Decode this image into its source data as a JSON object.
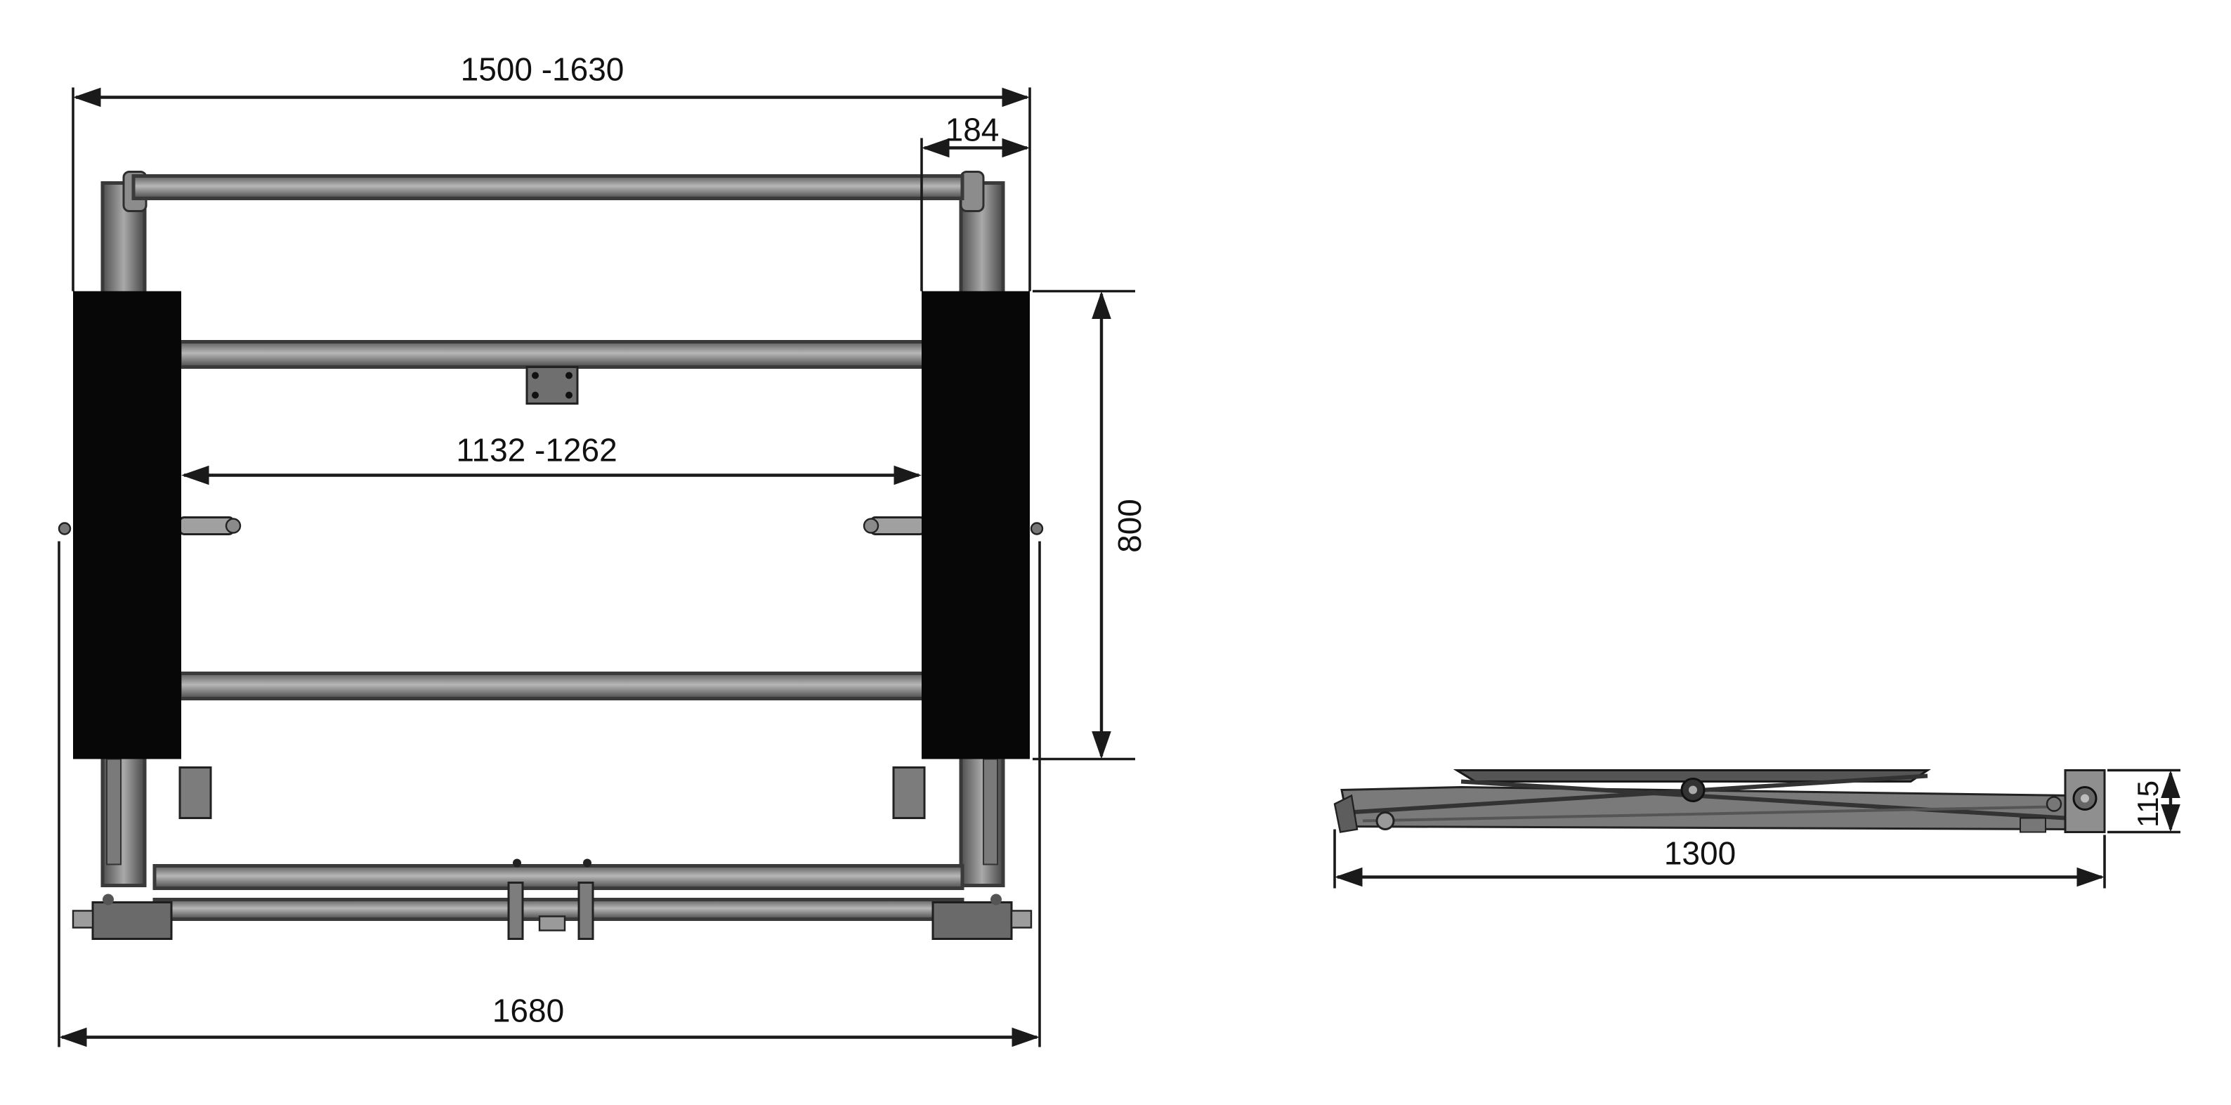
{
  "drawing": {
    "plan_view": {
      "dimensions": {
        "overall_width": "1500 -1630",
        "pad_width": "184",
        "inner_span": "1132 -1262",
        "pad_length": "800",
        "base_width": "1680"
      }
    },
    "side_view": {
      "dimensions": {
        "length": "1300",
        "height": "115"
      }
    }
  }
}
